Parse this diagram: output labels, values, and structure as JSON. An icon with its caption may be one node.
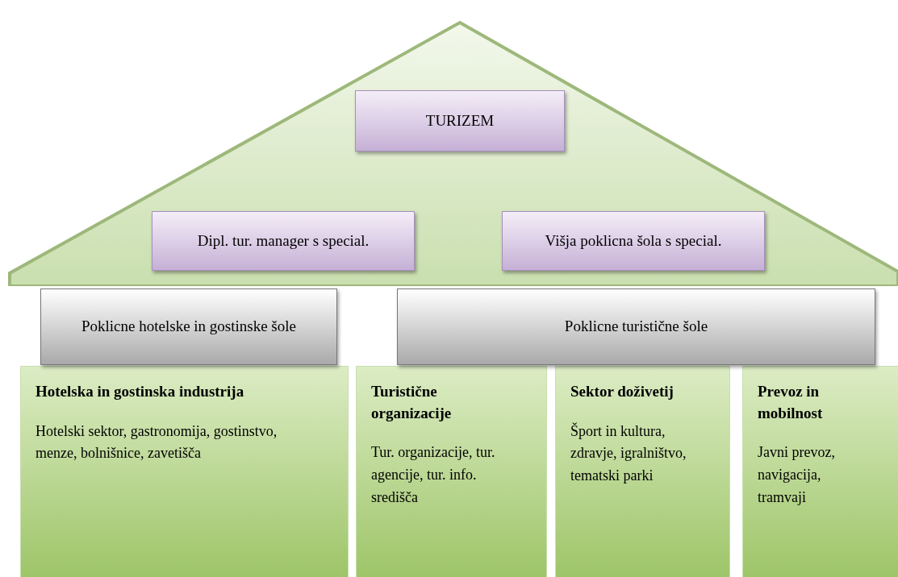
{
  "diagram": {
    "nodes": [
      {
        "text": [],
        "shape": "triangle"
      },
      {
        "text": [
          "TURIZEM"
        ],
        "in": 0
      },
      {
        "text": [
          "Dipl. tur. manager s special."
        ],
        "in": 0
      },
      {
        "text": [
          "Višja poklicna šola s special."
        ],
        "in": 0
      },
      {
        "text": [
          "Poklicne hotelske in gostinske šole"
        ]
      },
      {
        "text": [
          "Poklicne turistične šole"
        ]
      },
      {
        "text": [
          "Hotelska in gostinska industrija",
          "Hotelski sektor, gastronomija, gostinstvo, menze, bolnišnice, zavetišča"
        ]
      },
      {
        "text": [
          "Turistične organizacije",
          "Tur. organizacije, tur. agencije, tur. info. središča"
        ]
      },
      {
        "text": [
          "Sektor doživetij",
          "Šport in kultura, zdravje, igralništvo, tematski parki"
        ]
      },
      {
        "text": [
          "Prevoz in mobilnost",
          "Javni prevoz, navigacija, tramvaji"
        ]
      }
    ],
    "edges": []
  }
}
